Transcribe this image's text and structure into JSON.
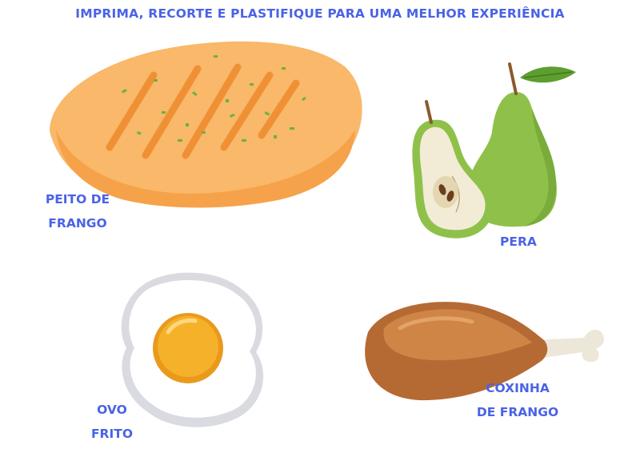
{
  "header": {
    "title": "IMPRIMA, RECORTE E PLASTIFIQUE PARA UMA MELHOR EXPERIÊNCIA"
  },
  "cards": {
    "chicken_breast": {
      "line1": "PEITO DE",
      "line2": "FRANGO",
      "icon": "grilled-chicken-breast-icon"
    },
    "pear": {
      "line1": "PERA",
      "icon": "pear-icon"
    },
    "fried_egg": {
      "line1": "OVO",
      "line2": "FRITO",
      "icon": "fried-egg-icon"
    },
    "drumstick": {
      "line1": "COXINHA",
      "line2": "DE FRANGO",
      "icon": "chicken-drumstick-icon"
    }
  },
  "colors": {
    "label_blue": "#4a63e6",
    "chicken_orange": "#f9b86a",
    "pear_green": "#8fc14a",
    "egg_yolk": "#f6b12a",
    "drumstick_brown": "#b56a33"
  }
}
